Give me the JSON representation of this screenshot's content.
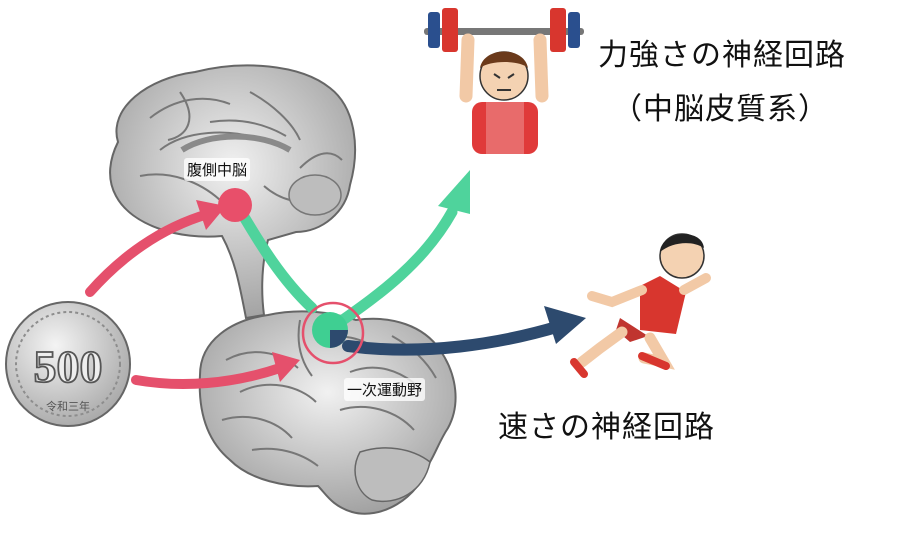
{
  "labels": {
    "vta": "腹側中脳",
    "m1": "一次運動野",
    "strength_circuit_line1": "力強さの神経回路",
    "strength_circuit_line2": "（中脳皮質系）",
    "speed_circuit": "速さの神経回路"
  },
  "coin": {
    "value": "500",
    "inscription": "令和三年"
  },
  "colors": {
    "pink_arrow": "#e5506c",
    "green_arrow": "#4fd39c",
    "navy_arrow": "#2d4a6e",
    "vta_node": "#e84f6a",
    "m1_node": "#3fcf92",
    "brain_fill": "#cfcfcf",
    "brain_stroke": "#555555",
    "runner_shirt": "#d8362e",
    "lifter_shirt": "#e03a3a"
  },
  "icons": [
    "coin-500-yen-icon",
    "weightlifter-icon",
    "runner-icon",
    "brain-medial-icon",
    "brain-lateral-icon"
  ]
}
